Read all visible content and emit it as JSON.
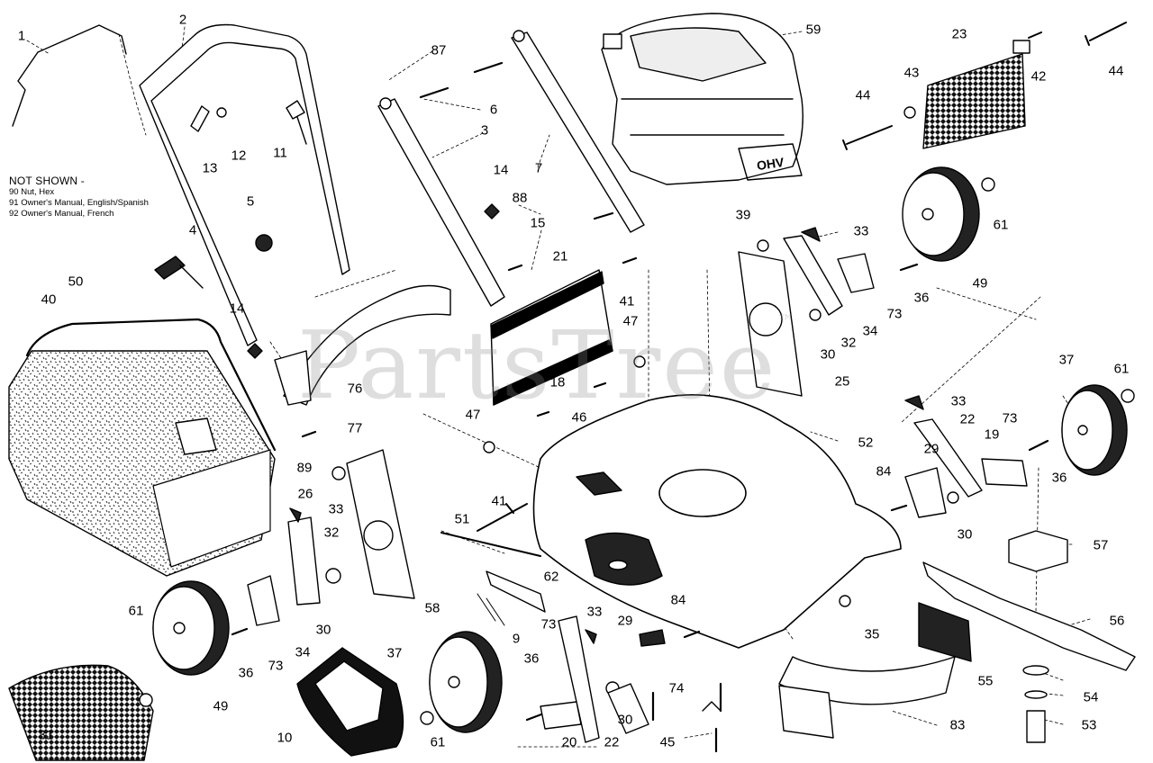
{
  "watermark": "PartsTree",
  "not_shown": {
    "heading": "NOT SHOWN -",
    "items": [
      "90 Nut, Hex",
      "91 Owner's Manual, English/Spanish",
      "92 Owner's Manual, French"
    ]
  },
  "engine_logo": "OHV",
  "callouts": {
    "c1": "1",
    "c2": "2",
    "c3": "3",
    "c4": "4",
    "c5": "5",
    "c6": "6",
    "c7": "7",
    "c9": "9",
    "c10": "10",
    "c11": "11",
    "c12": "12",
    "c13": "13",
    "c14a": "14",
    "c14b": "14",
    "c15": "15",
    "c18": "18",
    "c19": "19",
    "c20": "20",
    "c21": "21",
    "c22a": "22",
    "c22b": "22",
    "c23": "23",
    "c25": "25",
    "c26": "26",
    "c29a": "29",
    "c29b": "29",
    "c30a": "30",
    "c30b": "30",
    "c30c": "30",
    "c30d": "30",
    "c31": "31",
    "c32a": "32",
    "c32b": "32",
    "c33a": "33",
    "c33b": "33",
    "c33c": "33",
    "c33d": "33",
    "c34a": "34",
    "c34b": "34",
    "c35": "35",
    "c36a": "36",
    "c36b": "36",
    "c36c": "36",
    "c36d": "36",
    "c37a": "37",
    "c37b": "37",
    "c39": "39",
    "c40": "40",
    "c41a": "41",
    "c41b": "41",
    "c42": "42",
    "c43": "43",
    "c44a": "44",
    "c44b": "44",
    "c45": "45",
    "c46": "46",
    "c47a": "47",
    "c47b": "47",
    "c49a": "49",
    "c49b": "49",
    "c50": "50",
    "c51": "51",
    "c52": "52",
    "c53": "53",
    "c54": "54",
    "c55": "55",
    "c56": "56",
    "c57": "57",
    "c58": "58",
    "c59": "59",
    "c61a": "61",
    "c61b": "61",
    "c61c": "61",
    "c61d": "61",
    "c62": "62",
    "c73a": "73",
    "c73b": "73",
    "c73c": "73",
    "c73d": "73",
    "c74": "74",
    "c76": "76",
    "c77": "77",
    "c83": "83",
    "c84a": "84",
    "c84b": "84",
    "c87": "87",
    "c88": "88",
    "c89": "89"
  }
}
